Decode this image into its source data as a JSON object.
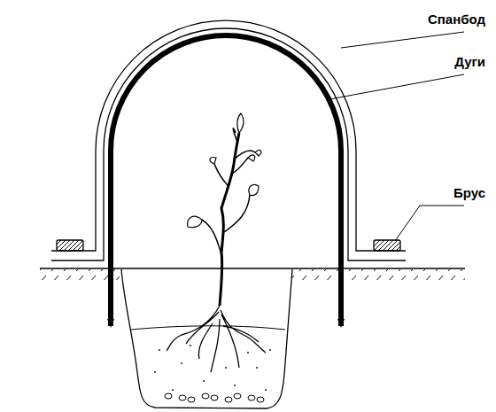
{
  "diagram": {
    "labels": [
      "Спанбод",
      "Дуги",
      "Брус"
    ]
  }
}
